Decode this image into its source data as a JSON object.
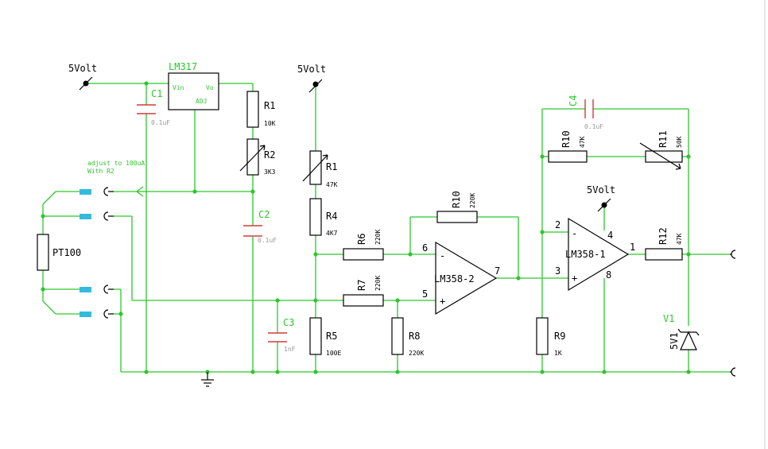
{
  "supply": {
    "left": "5Volt",
    "mid": "5Volt",
    "right": "5Volt"
  },
  "regulator": {
    "name": "LM317",
    "vin": "Vin",
    "vo": "Vo",
    "adj": "ADJ"
  },
  "note": {
    "line1": "adjust to 100uA",
    "line2": "With R2"
  },
  "sensor": {
    "name": "PT100"
  },
  "components": {
    "c1": {
      "ref": "C1",
      "value": "0.1uF"
    },
    "c2": {
      "ref": "C2",
      "value": "0.1uF"
    },
    "c3": {
      "ref": "C3",
      "value": "1nF"
    },
    "c4": {
      "ref": "C4",
      "value": "0.1uF"
    },
    "r1a": {
      "ref": "R1",
      "value": "10K"
    },
    "r2": {
      "ref": "R2",
      "value": "3K3"
    },
    "r1b": {
      "ref": "R1",
      "value": "47K"
    },
    "r4": {
      "ref": "R4",
      "value": "4K7"
    },
    "r5": {
      "ref": "R5",
      "value": "100E"
    },
    "r6": {
      "ref": "R6",
      "value": "220K"
    },
    "r7": {
      "ref": "R7",
      "value": "220K"
    },
    "r8": {
      "ref": "R8",
      "value": "220K"
    },
    "r10a": {
      "ref": "R10",
      "value": "220K"
    },
    "r9": {
      "ref": "R9",
      "value": "1K"
    },
    "r10b": {
      "ref": "R10",
      "value": "47K"
    },
    "r11": {
      "ref": "R11",
      "value": "50K"
    },
    "r12": {
      "ref": "R12",
      "value": "47K"
    },
    "v1": {
      "ref": "V1",
      "value": "5V1"
    }
  },
  "opamp2": {
    "name": "LM358-2",
    "pin_minus": "6",
    "pin_plus": "5",
    "pin_out": "7",
    "sign_minus": "-",
    "sign_plus": "+"
  },
  "opamp1": {
    "name": "LM358-1",
    "pin_minus": "2",
    "pin_plus": "3",
    "pin_out": "1",
    "pin_vcc": "4",
    "pin_gnd": "8",
    "sign_minus": "-",
    "sign_plus": "+"
  }
}
